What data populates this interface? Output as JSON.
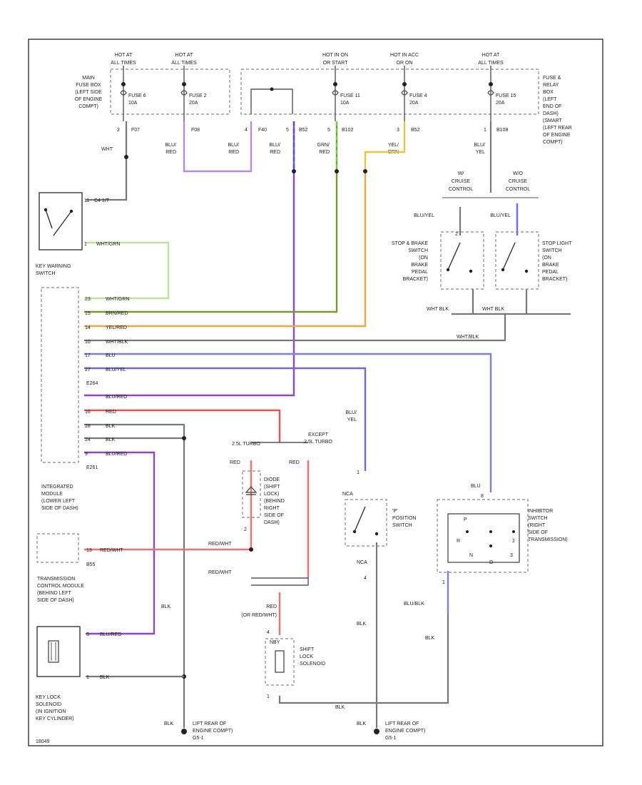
{
  "fuse_feeds": [
    {
      "line1": "HOT AT",
      "line2": "ALL TIMES"
    },
    {
      "line1": "HOT AT",
      "line2": "ALL TIMES"
    },
    {
      "line1": "HOT IN ON",
      "line2": "OR START"
    },
    {
      "line1": "HOT IN ACC",
      "line2": "OR ON"
    },
    {
      "line1": "HOT AT",
      "line2": "ALL TIMES"
    }
  ],
  "main_fuse_box": [
    "MAIN",
    "FUSE BOX",
    "(LEFT SIDE",
    "OF ENGINE",
    "COMPT)"
  ],
  "fuse_relay_box": [
    "FUSE &",
    "RELAY",
    "BOX",
    "(LEFT",
    "END OF",
    "DASH)",
    "(SMART",
    "(LEFT REAR",
    "OF ENGINE",
    "COMPT)"
  ],
  "fuses": [
    {
      "name": "FUSE 6",
      "rating": "10A"
    },
    {
      "name": "FUSE 2",
      "rating": "20A"
    },
    {
      "name": "FUSE 11",
      "rating": "10A"
    },
    {
      "name": "FUSE 4",
      "rating": "20A"
    },
    {
      "name": "FUSE 15",
      "rating": "20A"
    }
  ],
  "terminals": [
    {
      "pin": "2",
      "conn": "F07"
    },
    {
      "pin": "",
      "conn": "F08"
    },
    {
      "pin": "4",
      "conn": "F40"
    },
    {
      "pin": "5",
      "conn": "B52"
    },
    {
      "pin": "5",
      "conn": "B102"
    },
    {
      "pin": "3",
      "conn": "B52"
    },
    {
      "pin": "1",
      "conn": "B108"
    }
  ],
  "wire_colors_top": [
    {
      "l1": "WHT",
      "l2": ""
    },
    {
      "l1": "BLU/",
      "l2": "RED"
    },
    {
      "l1": "BLU/",
      "l2": "RED"
    },
    {
      "l1": "BLU/",
      "l2": "RED"
    },
    {
      "l1": "GRN/",
      "l2": "RED"
    },
    {
      "l1": "YEL/",
      "l2": "GRN"
    },
    {
      "l1": "BLU/",
      "l2": "YEL"
    }
  ],
  "key_warning_switch": {
    "pins": [
      "11",
      "1"
    ],
    "connector": "C4 1/T",
    "wire": "WHT/GRN",
    "label": [
      "KEY WARNING",
      "SWITCH"
    ]
  },
  "module_wires": [
    {
      "pin": "23",
      "label": "WHT/GRN"
    },
    {
      "pin": "15",
      "label": "BRN/RED"
    },
    {
      "pin": "14",
      "label": "YEL/RED"
    },
    {
      "pin": "10",
      "label": "WHT/BLK"
    },
    {
      "pin": "17",
      "label": "BLU"
    },
    {
      "pin": "27",
      "label": "BLU/YEL"
    },
    {
      "pin": "",
      "label": "BLU/RED"
    },
    {
      "pin": "16",
      "label": "RED"
    },
    {
      "pin": "28",
      "label": "BLK"
    },
    {
      "pin": "24",
      "label": "BLK"
    },
    {
      "pin": "9",
      "label": "BLU/RED"
    }
  ],
  "module_connectors": {
    "top": "E264",
    "bottom": "E261"
  },
  "module_label": [
    "INTEGRATED",
    "MODULE",
    "(LOWER LEFT",
    "SIDE OF DASH)"
  ],
  "cruise": {
    "c1": {
      "l1": "W/",
      "l2": "CRUISE",
      "l3": "CONTROL"
    },
    "c2": {
      "l1": "W/O",
      "l2": "CRUISE",
      "l3": "CONTROL"
    },
    "wire_left": "BLU/YEL",
    "wire_right": "BLU/YEL"
  },
  "stop_brake_switch": [
    "STOP & BRAKE",
    "SWITCH",
    "(ON",
    "BRAKE",
    "PEDAL",
    "BRACKET)"
  ],
  "stop_light_switch": [
    "STOP LIGHT",
    "SWITCH",
    "(ON",
    "BRAKE",
    "PEDAL",
    "BRACKET)"
  ],
  "brake_ground_wires": {
    "a": "WHT BLK",
    "b": "WHT BLK",
    "joined": "WHT/BLK"
  },
  "variant_left": "2.5L TURBO",
  "variant_right": [
    "EXCEPT",
    "2.5L TURBO"
  ],
  "diode": {
    "wire": "RED",
    "wire2": "RED",
    "label": [
      "DIODE",
      "(SHIFT",
      "LOCK)",
      "(BEHIND",
      "RIGHT",
      "SIDE OF",
      "DASH)"
    ],
    "pin": "2"
  },
  "tcm": {
    "pin": "13",
    "wire": "RED/WHT",
    "connector": "B55",
    "label": [
      "TRANSMISSION",
      "CONTROL MODULE",
      "(BEHIND LEFT",
      "SIDE OF DASH)"
    ]
  },
  "red_wht_labels": [
    "RED/WHT",
    "RED/WHT"
  ],
  "red_or_label": [
    "RED",
    "(OR RED/WHT)"
  ],
  "p_switch": {
    "wire_in": "BLU/",
    "wire_in2": "YEL",
    "pin": "1",
    "label": [
      "'P'",
      "POSITION",
      "SWITCH"
    ],
    "nca": "NCA",
    "nca2": "NCA",
    "pin2": "4"
  },
  "inhibitor": {
    "wire": "BLU",
    "pin": "8",
    "label": [
      "INHIBITOR",
      "SWITCH",
      "(RIGHT",
      "SIDE OF",
      "TRANSMISSION)"
    ],
    "positions": [
      "P",
      "R",
      "N",
      "D",
      "3",
      "2"
    ],
    "out_wire": "BLU/BLK",
    "out_pin": "1"
  },
  "key_lock_solenoid": {
    "pins": [
      "3",
      "1"
    ],
    "wires": [
      "BLU/RED",
      "BLK"
    ],
    "label": [
      "KEY LOCK",
      "SOLENOID",
      "(IN IGNITION",
      "KEY CYLINDER)"
    ]
  },
  "shift_lock_solenoid": {
    "pins": [
      "4",
      "1"
    ],
    "label": [
      "SHIFT",
      "LOCK",
      "SOLENOID"
    ],
    "wire": "NBY"
  },
  "blk_labels": [
    "BLK",
    "BLK",
    "BLK",
    "BLK"
  ],
  "grounds": [
    {
      "wire": "BLK",
      "label": [
        "LIFT REAR OF",
        "ENGINE COMPT)"
      ],
      "id": "G5-1"
    },
    {
      "wire": "BLK",
      "label": [
        "LIFT REAR OF",
        "ENGINE COMPT)"
      ],
      "id": "G5-1"
    }
  ],
  "figure_id": "18049"
}
